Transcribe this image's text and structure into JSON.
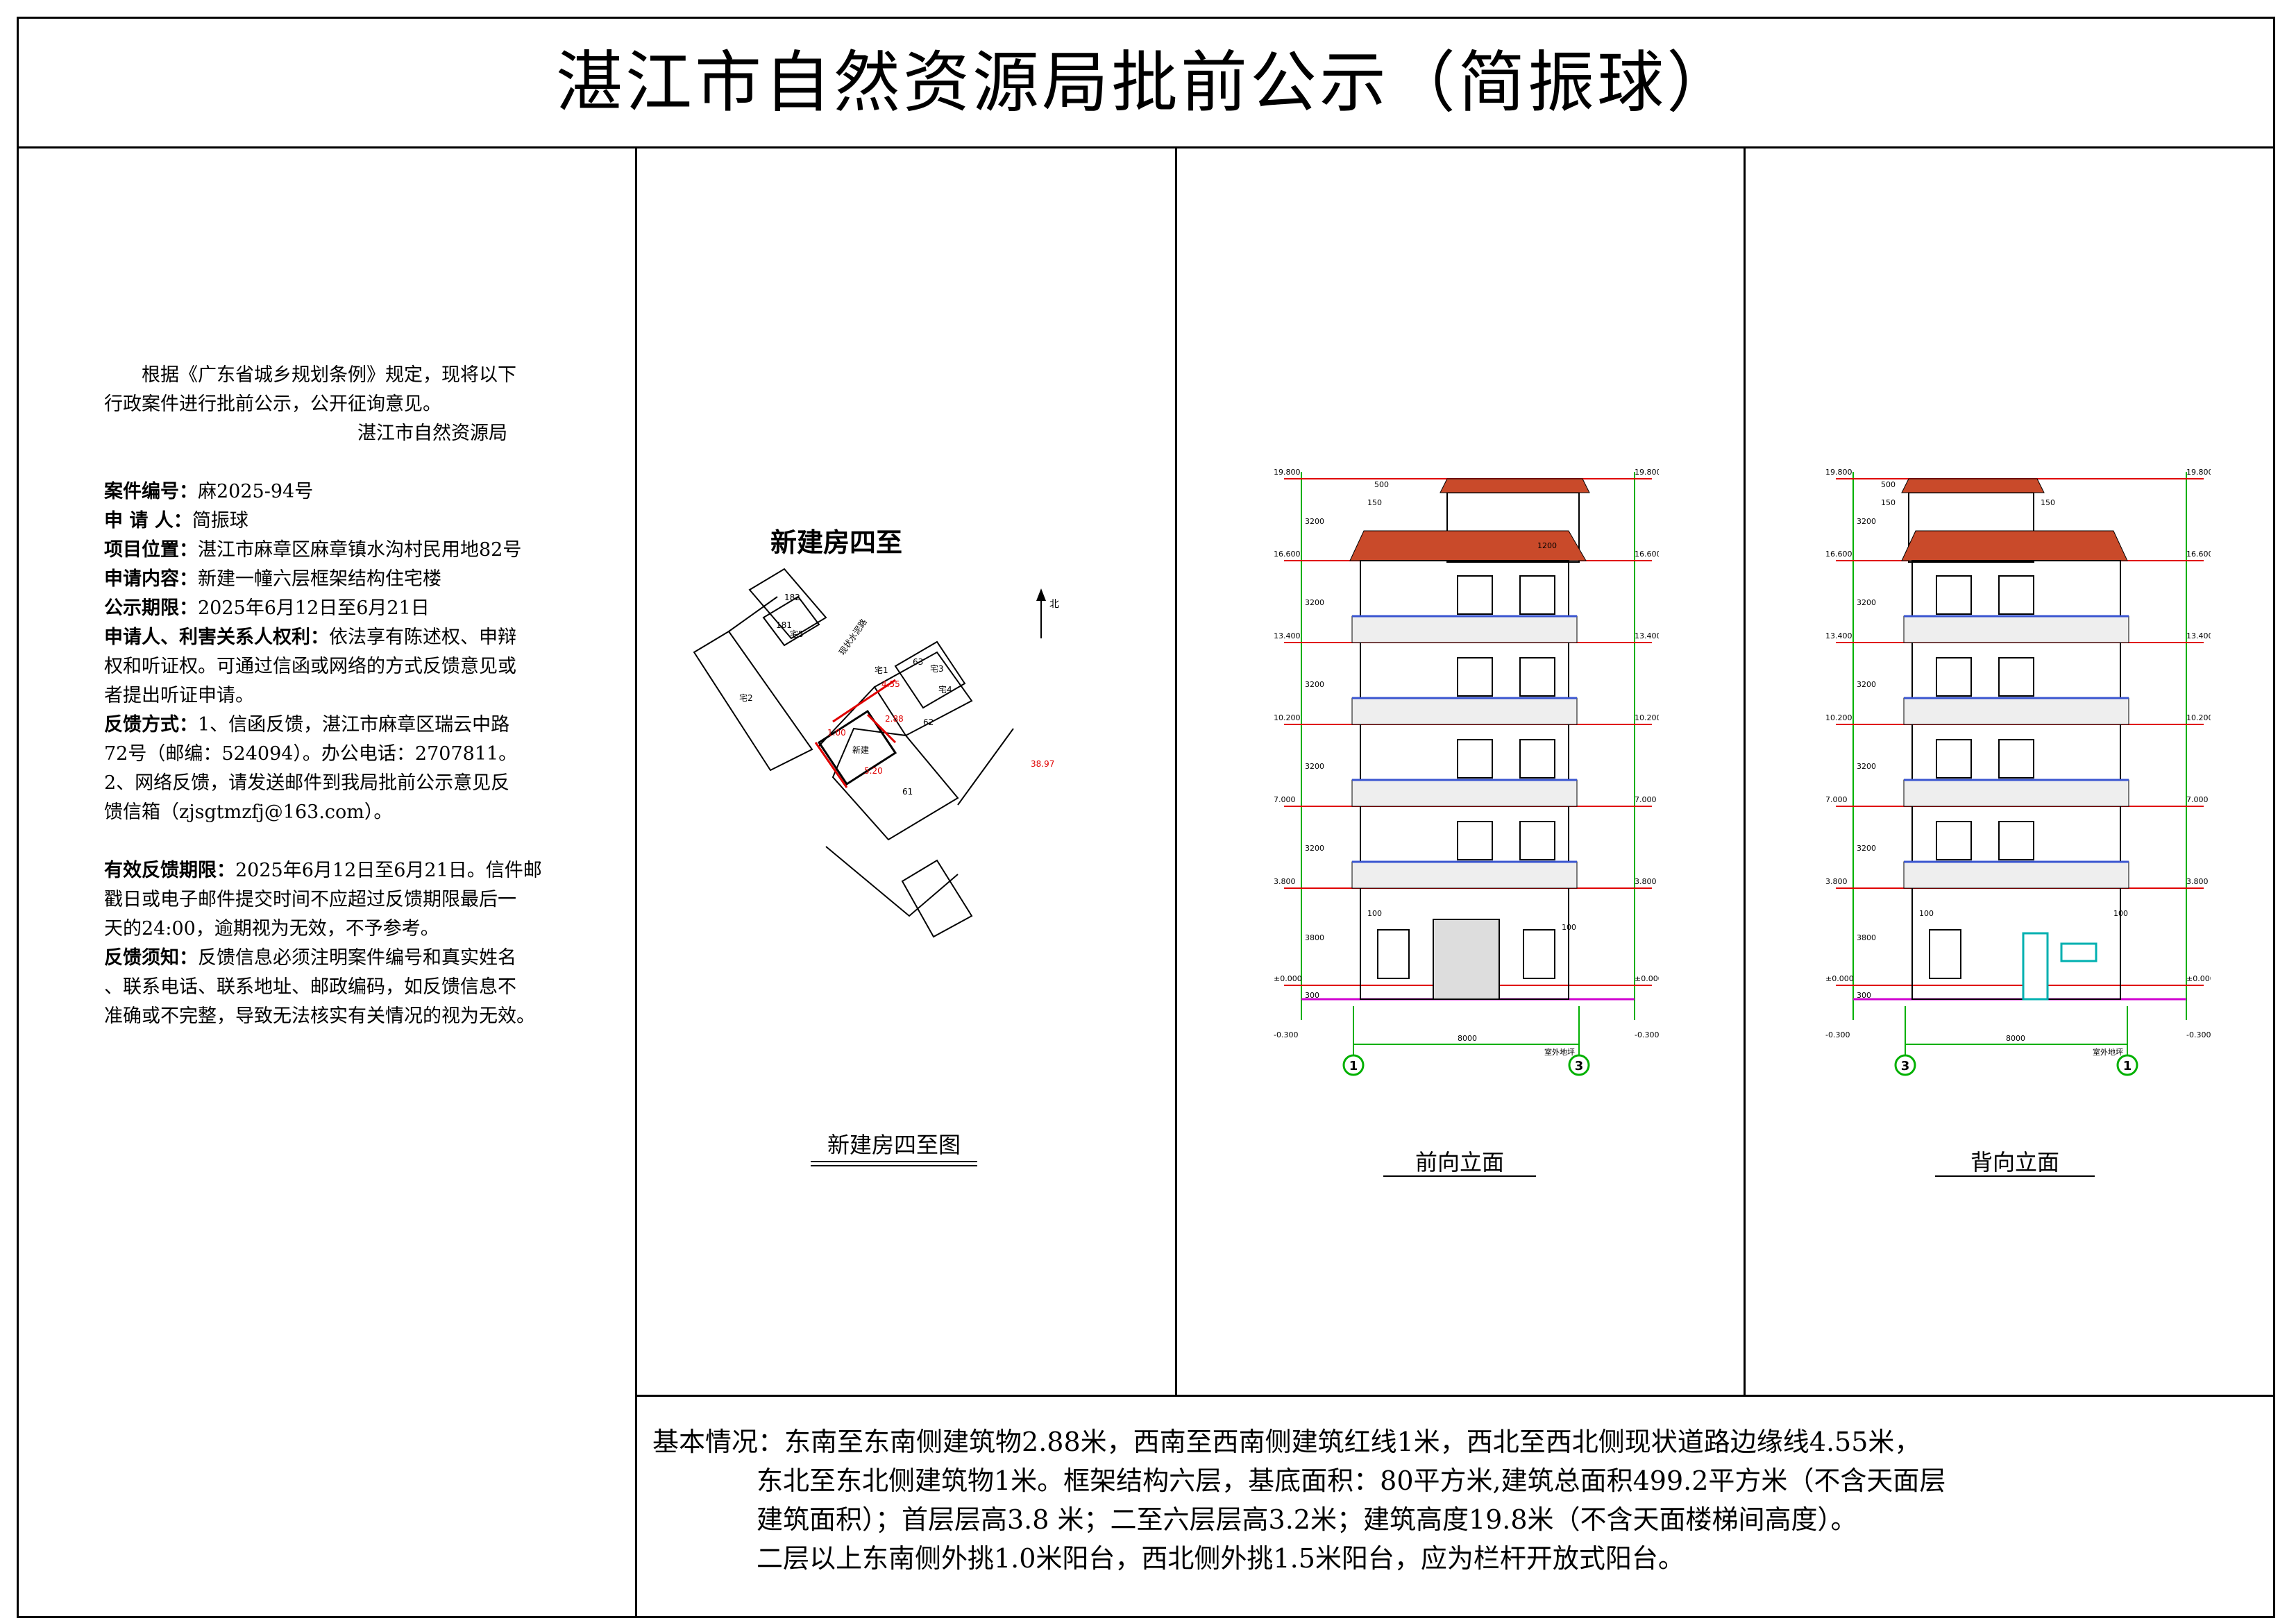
{
  "title": "湛江市自然资源局批前公示（简振球）",
  "notice": {
    "intro_1": "根据《广东省城乡规划条例》规定，现将以下",
    "intro_2": "行政案件进行批前公示，公开征询意见。",
    "issuer": "湛江市自然资源局",
    "case_no_label": "案件编号：",
    "case_no": "麻2025-94号",
    "applicant_label": "申 请 人：",
    "applicant": "简振球",
    "location_label": "项目位置：",
    "location": "湛江市麻章区麻章镇水沟村民用地82号",
    "content_label": "申请内容：",
    "content": "新建一幢六层框架结构住宅楼",
    "period_label": "公示期限：",
    "period": "2025年6月12日至6月21日",
    "rights_label": "申请人、利害关系人权利：",
    "rights_1": "依法享有陈述权、申辩",
    "rights_2": "权和听证权。可通过信函或网络的方式反馈意见或",
    "rights_3": "者提出听证申请。",
    "feedback_label": "反馈方式：",
    "feedback_1": "1、信函反馈，湛江市麻章区瑞云中路",
    "feedback_2": "72号（邮编：524094）。办公电话：2707811。",
    "feedback_3": "2、网络反馈，请发送邮件到我局批前公示意见反",
    "feedback_4": "馈信箱（zjsgtmzfj@163.com）。",
    "valid_label": "有效反馈期限：",
    "valid_1": "2025年6月12日至6月21日。信件邮",
    "valid_2": "戳日或电子邮件提交时间不应超过反馈期限最后一",
    "valid_3": "天的24:00，逾期视为无效，不予参考。",
    "notice_label": "反馈须知：",
    "notice_1": "反馈信息必须注明案件编号和真实姓名",
    "notice_2": "、联系电话、联系地址、邮政编码，如反馈信息不",
    "notice_3": "准确或不完整，导致无法核实有关情况的视为无效。"
  },
  "site_plan": {
    "heading": "新建房四至",
    "caption": "新建房四至图",
    "north": "北",
    "labels": [
      "182",
      "181",
      "宅5",
      "宅2",
      "63",
      "宅3",
      "宅4",
      "62",
      "61",
      "宅1",
      "5.20",
      "38.97",
      "现状水泥路",
      "新建",
      "1.00",
      "2.88",
      "4.55"
    ]
  },
  "front": {
    "caption": "前向立面",
    "levels": [
      "19.800",
      "16.600",
      "13.400",
      "10.200",
      "7.000",
      "3.800",
      "±0.000",
      "-0.300"
    ],
    "dims": [
      "500",
      "3200",
      "3200",
      "3200",
      "3200",
      "3200",
      "3800",
      "300"
    ],
    "small": [
      "150",
      "100",
      "100",
      "1200"
    ],
    "width": "8000",
    "axis_left": "1",
    "axis_right": "3",
    "ground": "室外地坪"
  },
  "back": {
    "caption": "背向立面",
    "levels": [
      "19.800",
      "16.600",
      "13.400",
      "10.200",
      "7.000",
      "3.800",
      "±0.000",
      "-0.300"
    ],
    "dims": [
      "500",
      "3200",
      "3200",
      "3200",
      "3200",
      "3200",
      "3800",
      "300"
    ],
    "small": [
      "150",
      "150",
      "100",
      "100"
    ],
    "width": "8000",
    "axis_left": "3",
    "axis_right": "1",
    "ground": "室外地坪"
  },
  "basic": {
    "label": "基本情况：",
    "line1": "东南至东南侧建筑物2.88米，西南至西南侧建筑红线1米，西北至西北侧现状道路边缘线4.55米，",
    "line2": "东北至东北侧建筑物1米。框架结构六层，基底面积：80平方米,建筑总面积499.2平方米（不含天面层",
    "line3": "建筑面积）；首层层高3.8 米；二至六层层高3.2米；建筑高度19.8米（不含天面楼梯间高度）。",
    "line4": "二层以上东南侧外挑1.0米阳台，西北侧外挑1.5米阳台，应为栏杆开放式阳台。"
  },
  "colors": {
    "roof": "#c94a2a",
    "dim": "#00b000",
    "level": "#e00000",
    "slab_blue": "#3a55d0",
    "ground_line": "#d000d0",
    "door_cyan": "#00b0b0"
  }
}
